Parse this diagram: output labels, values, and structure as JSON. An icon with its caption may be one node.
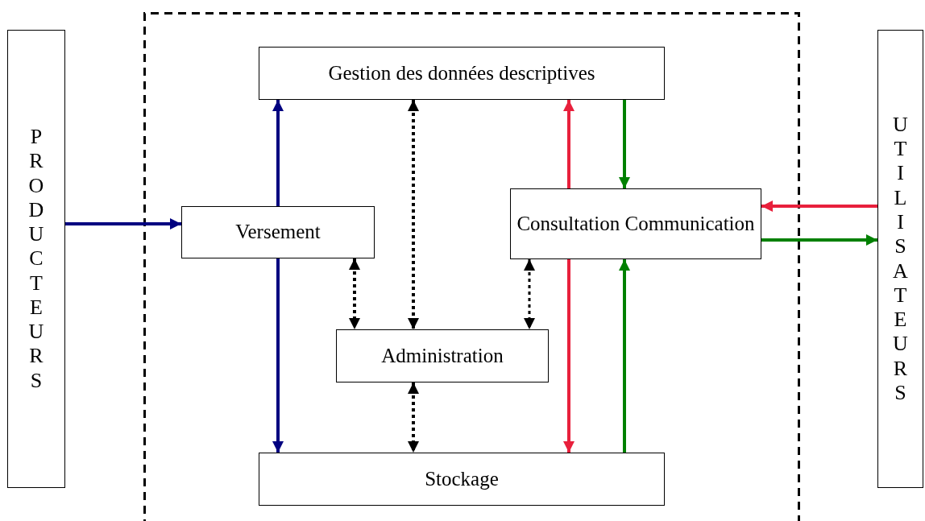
{
  "diagram": {
    "nodes": [
      {
        "text": [
          "PRODUCTEURS"
        ]
      },
      {
        "text": [],
        "shape": "box"
      },
      {
        "text": [
          "Gestion des données descriptives"
        ],
        "in": 1
      },
      {
        "text": [
          "Versement"
        ],
        "in": 1
      },
      {
        "text": [
          "Consultation Communication"
        ],
        "in": 1
      },
      {
        "text": [
          "Administration"
        ],
        "in": 1
      },
      {
        "text": [
          "Stockage"
        ],
        "in": 1
      },
      {
        "text": [
          "UTILISATEURS"
        ]
      }
    ],
    "edges": [
      {
        "from": 0,
        "to": 3,
        "arrow": "to",
        "color": "#000080"
      },
      {
        "from": 3,
        "to": 2,
        "arrow": "to",
        "color": "#000080"
      },
      {
        "from": 3,
        "to": 6,
        "arrow": "to",
        "color": "#000080"
      },
      {
        "from": 3,
        "to": 5,
        "arrow": "both",
        "style": "dashed"
      },
      {
        "from": 2,
        "to": 5,
        "arrow": "both",
        "style": "dashed"
      },
      {
        "from": 4,
        "to": 5,
        "arrow": "both",
        "style": "dashed"
      },
      {
        "from": 5,
        "to": 6,
        "arrow": "both",
        "style": "dashed"
      },
      {
        "from": 4,
        "to": 2,
        "arrow": "to",
        "color": "#e8203c"
      },
      {
        "from": 2,
        "to": 4,
        "arrow": "to",
        "color": "#008000"
      },
      {
        "from": 4,
        "to": 6,
        "arrow": "to",
        "color": "#e8203c"
      },
      {
        "from": 6,
        "to": 4,
        "arrow": "to",
        "color": "#008000"
      },
      {
        "from": 7,
        "to": 4,
        "arrow": "to",
        "color": "#e8203c"
      },
      {
        "from": 4,
        "to": 7,
        "arrow": "to",
        "color": "#008000"
      }
    ]
  }
}
